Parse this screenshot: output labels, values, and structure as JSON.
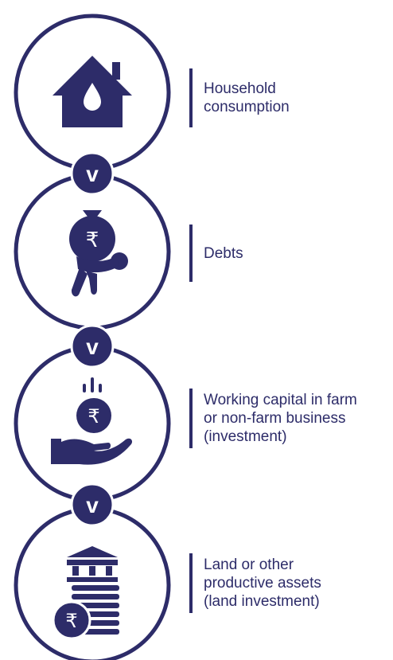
{
  "colors": {
    "primary": "#2d2c69",
    "background": "#ffffff"
  },
  "connector_glyph": "v",
  "steps": [
    {
      "icon": "house-drop-icon",
      "label": "Household\nconsumption"
    },
    {
      "icon": "person-carrying-money-bag-icon",
      "label": "Debts"
    },
    {
      "icon": "hand-receiving-rupee-coin-icon",
      "label": "Working capital in farm\nor non-farm business\n(investment)"
    },
    {
      "icon": "bank-coin-stack-icon",
      "label": "Land or other\nproductive assets\n(land investment)"
    }
  ]
}
